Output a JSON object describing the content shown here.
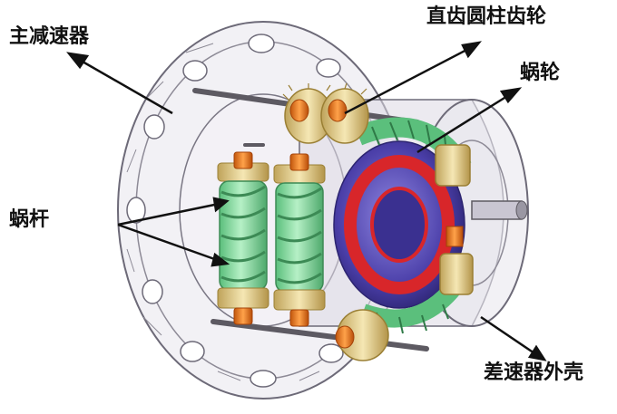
{
  "labels": {
    "main_reducer": "主减速器",
    "spur_gear": "直齿圆柱齿轮",
    "worm_wheel": "蜗轮",
    "worm": "蜗杆",
    "diff_housing": "差速器外壳"
  },
  "colors": {
    "housing": "#c9c6d2",
    "housing_edge": "#6d6a78",
    "worm": "#8fdca6",
    "worm_edge": "#3c8a55",
    "gear_tan": "#e6d08a",
    "gear_tan_edge": "#9a7f34",
    "orange": "#f07a1c",
    "red": "#d8262a",
    "blue": "#5a4bb8",
    "shaft": "#5d5a62"
  }
}
